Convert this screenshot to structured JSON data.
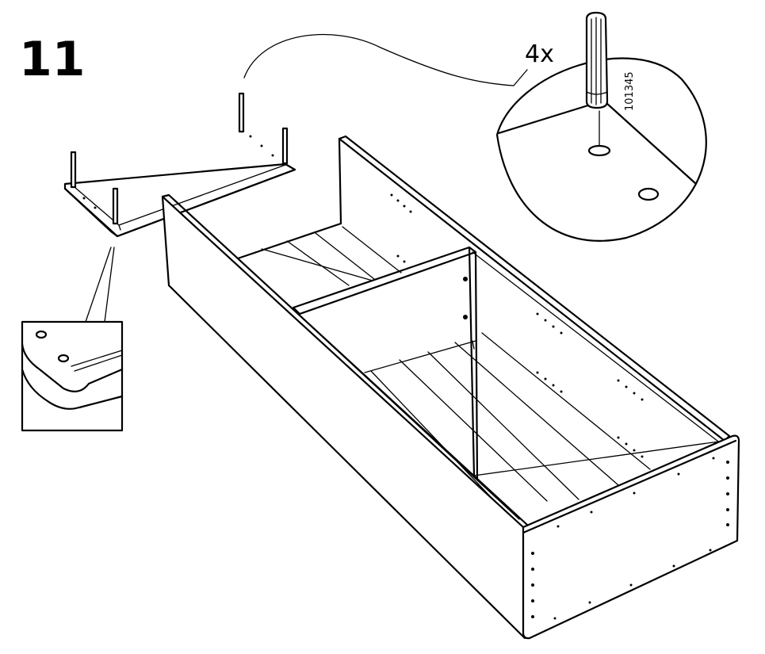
{
  "step": {
    "number": "11"
  },
  "callout": {
    "quantity": "4x",
    "part_number": "101345"
  }
}
